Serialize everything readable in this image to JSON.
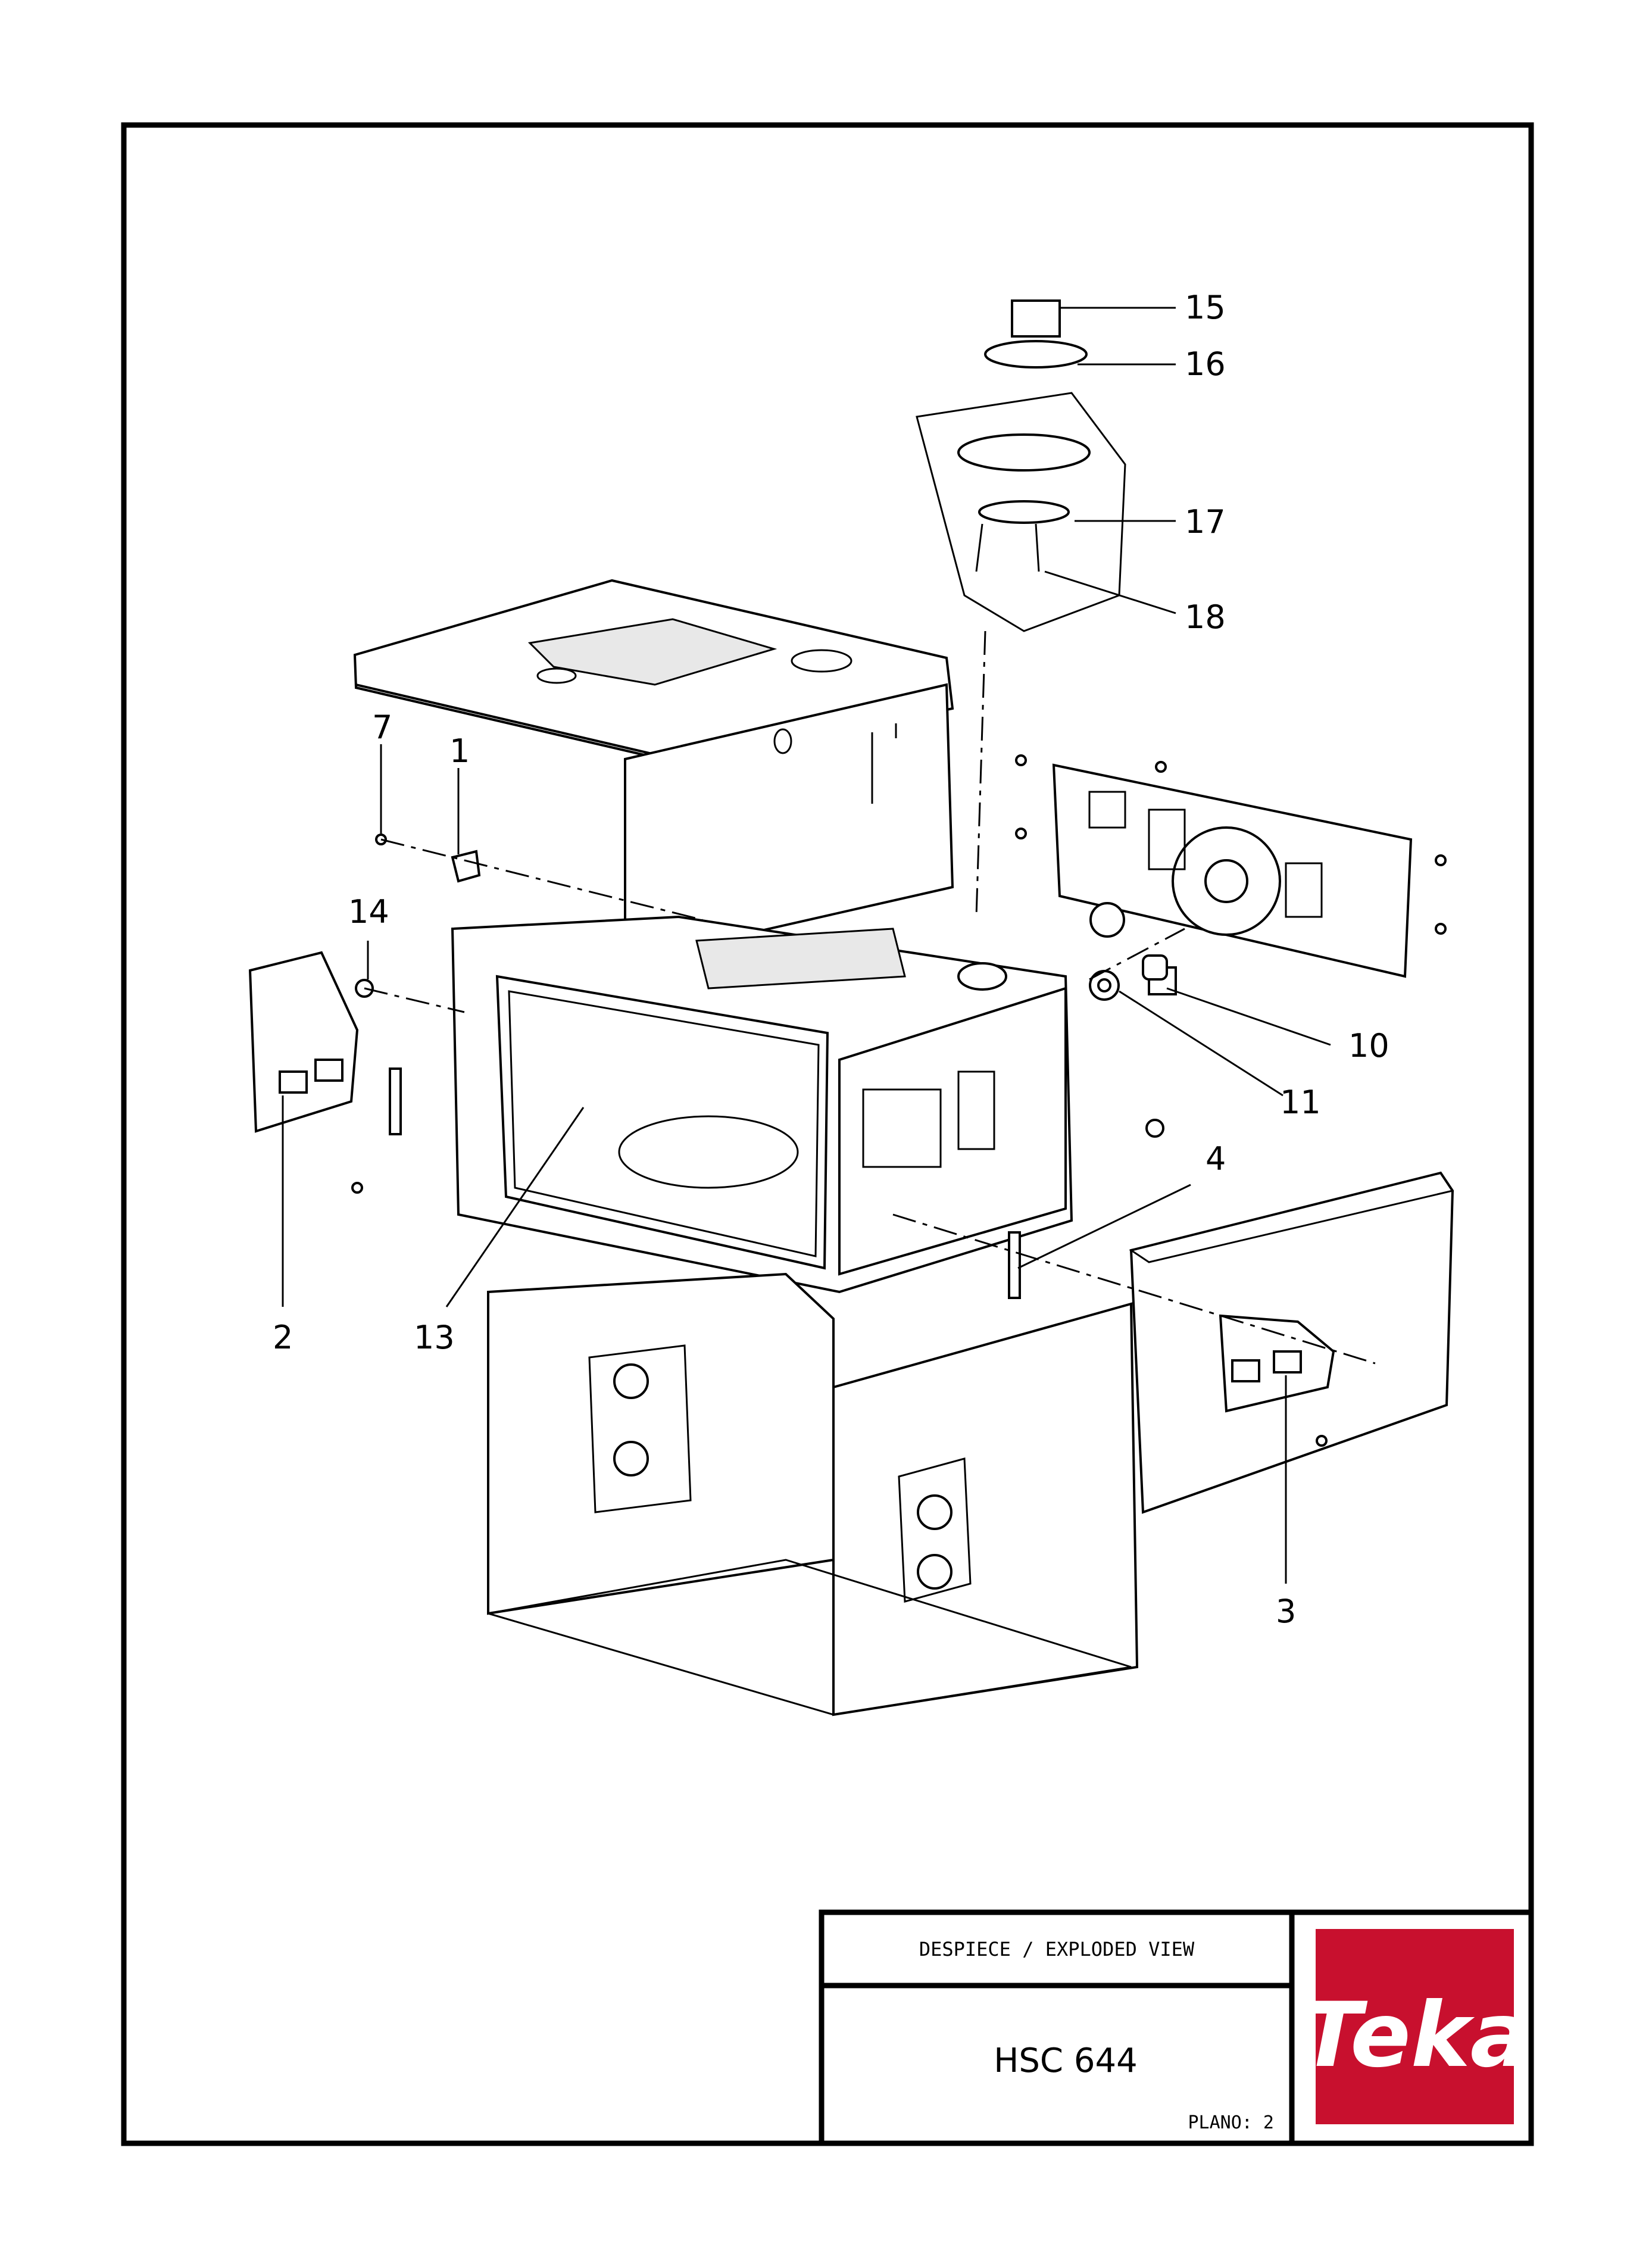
{
  "title_block": {
    "heading": "DESPIECE / EXPLODED VIEW",
    "model": "HSC 644",
    "sheet": "PLANO: 2"
  },
  "brand": {
    "logo_text": "Teka",
    "logo_color": "#c8102e"
  },
  "callouts": [
    {
      "label": "1"
    },
    {
      "label": "2"
    },
    {
      "label": "3"
    },
    {
      "label": "4"
    },
    {
      "label": "7"
    },
    {
      "label": "10"
    },
    {
      "label": "11"
    },
    {
      "label": "13"
    },
    {
      "label": "14"
    },
    {
      "label": "15"
    },
    {
      "label": "16"
    },
    {
      "label": "17"
    },
    {
      "label": "18"
    }
  ]
}
